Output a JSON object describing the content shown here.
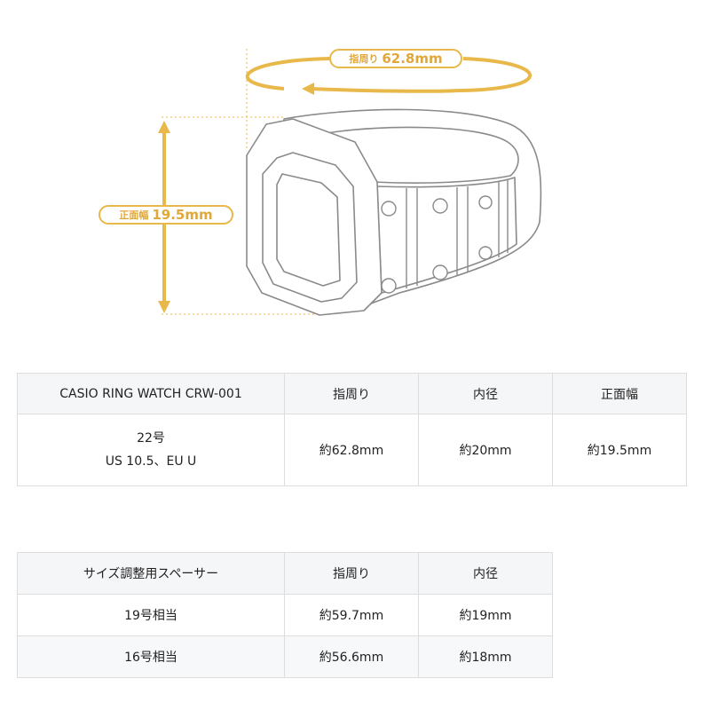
{
  "diagram": {
    "circumference_label": {
      "prefix": "指周り",
      "value": "62.8mm"
    },
    "width_label": {
      "prefix": "正面幅",
      "value": "19.5mm"
    },
    "accent_color": "#E8B84A",
    "line_color": "#888888"
  },
  "table1": {
    "headers": [
      "CASIO RING WATCH CRW-001",
      "指周り",
      "内径",
      "正面幅"
    ],
    "row": {
      "size_line1": "22号",
      "size_line2": "US 10.5、EU U",
      "circumference": "約62.8mm",
      "inner_diameter": "約20mm",
      "face_width": "約19.5mm"
    }
  },
  "table2": {
    "headers": [
      "サイズ調整用スペーサー",
      "指周り",
      "内径"
    ],
    "rows": [
      {
        "size": "19号相当",
        "circumference": "約59.7mm",
        "inner_diameter": "約19mm"
      },
      {
        "size": "16号相当",
        "circumference": "約56.6mm",
        "inner_diameter": "約18mm"
      }
    ]
  }
}
